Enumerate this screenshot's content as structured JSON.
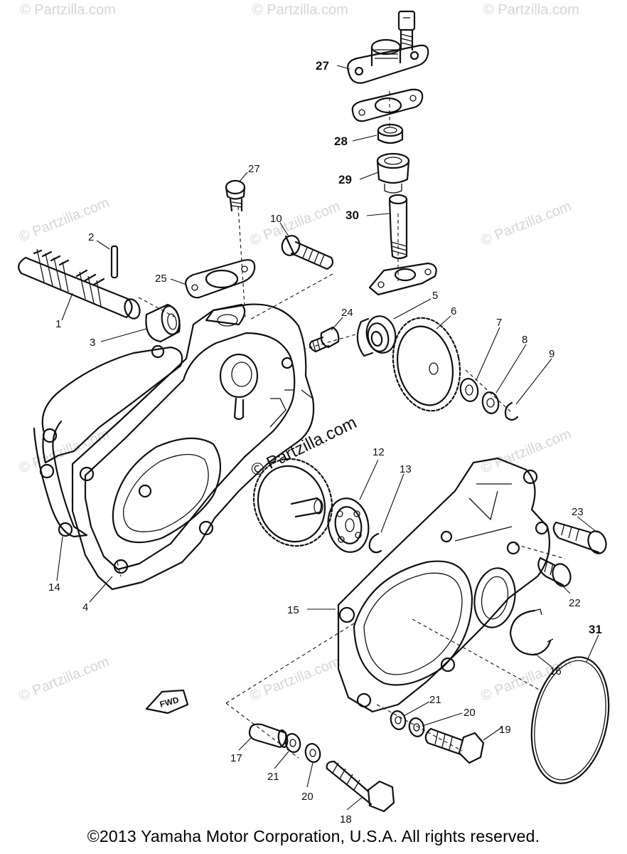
{
  "watermark_text": "© Partzilla.com",
  "fwd_label": "FWD",
  "copyright": "©2013  Yamaha Motor Corporation, U.S.A. All rights reserved.",
  "callouts": [
    {
      "id": "c1",
      "text": "1",
      "bold": false
    },
    {
      "id": "c2",
      "text": "2",
      "bold": false
    },
    {
      "id": "c3",
      "text": "3",
      "bold": false
    },
    {
      "id": "c4",
      "text": "4",
      "bold": false
    },
    {
      "id": "c5",
      "text": "5",
      "bold": false
    },
    {
      "id": "c6",
      "text": "6",
      "bold": false
    },
    {
      "id": "c7",
      "text": "7",
      "bold": false
    },
    {
      "id": "c8",
      "text": "8",
      "bold": false
    },
    {
      "id": "c9",
      "text": "9",
      "bold": false
    },
    {
      "id": "c10",
      "text": "10",
      "bold": false
    },
    {
      "id": "c12",
      "text": "12",
      "bold": false
    },
    {
      "id": "c13",
      "text": "13",
      "bold": false
    },
    {
      "id": "c14",
      "text": "14",
      "bold": false
    },
    {
      "id": "c15",
      "text": "15",
      "bold": false
    },
    {
      "id": "c16",
      "text": "16",
      "bold": false
    },
    {
      "id": "c17",
      "text": "17",
      "bold": false
    },
    {
      "id": "c18",
      "text": "18",
      "bold": false
    },
    {
      "id": "c19",
      "text": "19",
      "bold": false
    },
    {
      "id": "c20a",
      "text": "20",
      "bold": false
    },
    {
      "id": "c20b",
      "text": "20",
      "bold": false
    },
    {
      "id": "c21a",
      "text": "21",
      "bold": false
    },
    {
      "id": "c21b",
      "text": "21",
      "bold": false
    },
    {
      "id": "c22",
      "text": "22",
      "bold": false
    },
    {
      "id": "c23",
      "text": "23",
      "bold": false
    },
    {
      "id": "c24",
      "text": "24",
      "bold": false
    },
    {
      "id": "c25",
      "text": "25",
      "bold": false
    },
    {
      "id": "c27a",
      "text": "27",
      "bold": true
    },
    {
      "id": "c27b",
      "text": "27",
      "bold": false
    },
    {
      "id": "c28",
      "text": "28",
      "bold": true
    },
    {
      "id": "c29",
      "text": "29",
      "bold": true
    },
    {
      "id": "c30",
      "text": "30",
      "bold": true
    },
    {
      "id": "c31",
      "text": "31",
      "bold": true
    }
  ]
}
